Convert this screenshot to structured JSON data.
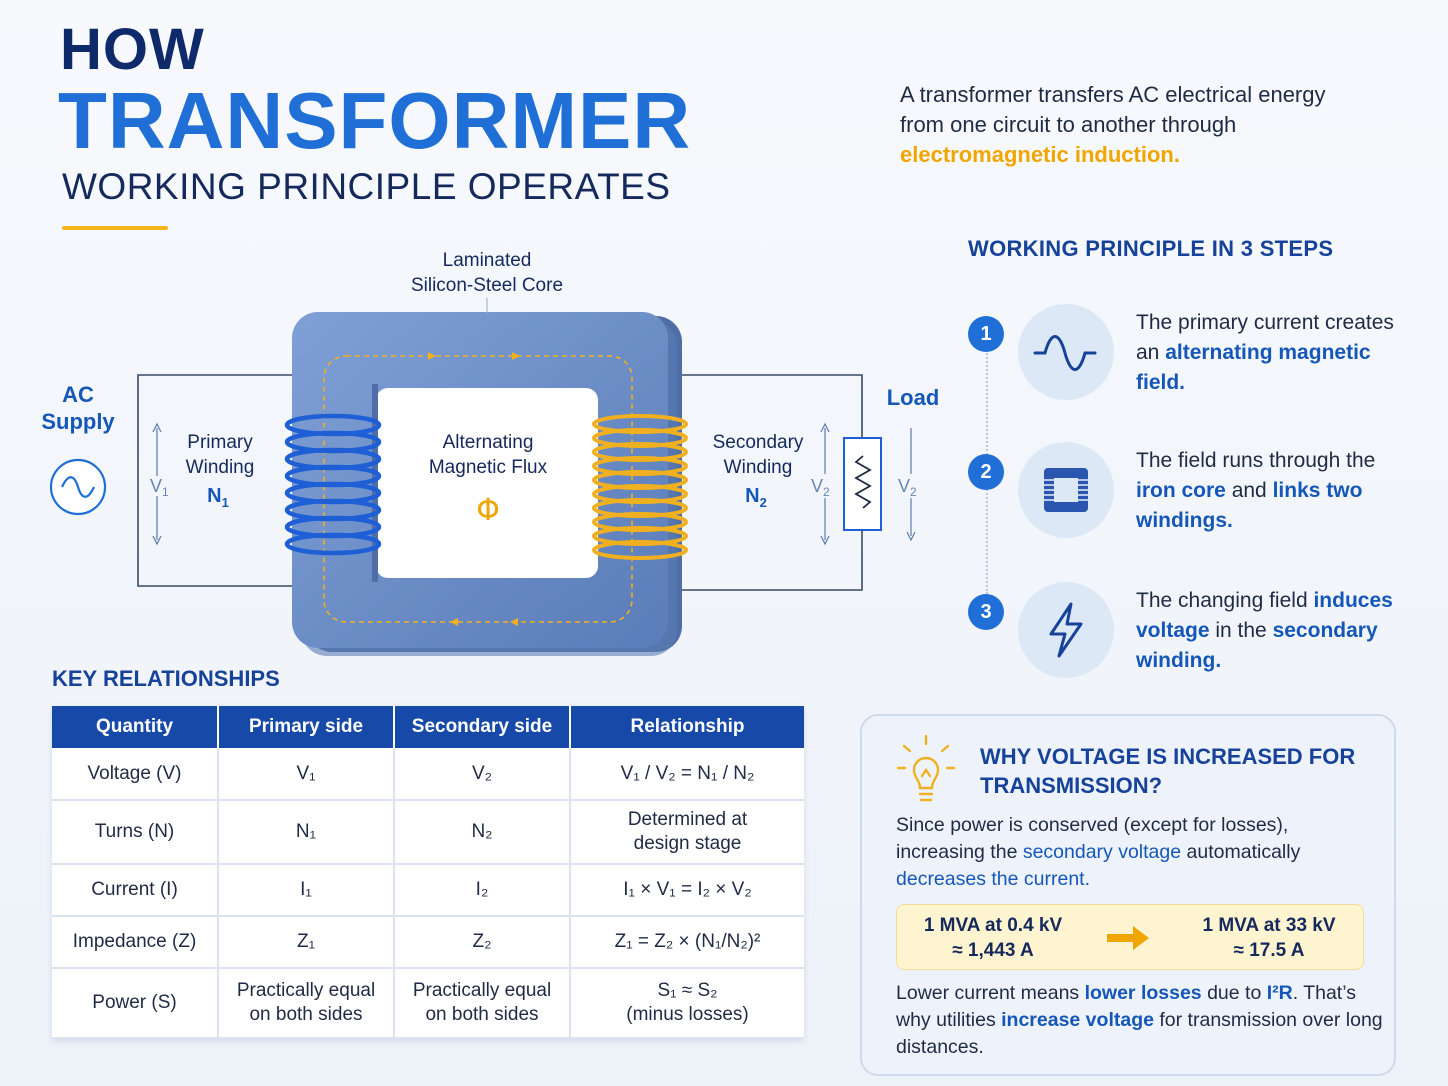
{
  "title": {
    "line1": "HOW",
    "line2": "TRANSFORMER",
    "line3": "WORKING PRINCIPLE OPERATES"
  },
  "intro": {
    "text": "A transformer transfers AC electrical energy from one circuit to another through ",
    "highlight": "electromagnetic induction."
  },
  "diagram": {
    "core_label_1": "Laminated",
    "core_label_2": "Silicon-Steel Core",
    "ac_supply_1": "AC",
    "ac_supply_2": "Supply",
    "v1": "V",
    "v1_sub": "1",
    "primary_1": "Primary",
    "primary_2": "Winding",
    "primary_n": "N",
    "primary_n_sub": "1",
    "flux_1": "Alternating",
    "flux_2": "Magnetic Flux",
    "flux_symbol": "Φ",
    "secondary_1": "Secondary",
    "secondary_2": "Winding",
    "secondary_n": "N",
    "secondary_n_sub": "2",
    "v2": "V",
    "v2_sub": "2",
    "load": "Load",
    "colors": {
      "core": "#6c8fcb",
      "primary_coil": "#1f5fd6",
      "secondary_coil": "#f0b020",
      "flux": "#f0a600"
    }
  },
  "steps": {
    "title": "WORKING PRINCIPLE IN 3 STEPS",
    "items": [
      {
        "num": "1",
        "icon": "sine-wave-icon",
        "pre": "The primary current creates an ",
        "bold": "alternating magnetic field.",
        "post": ""
      },
      {
        "num": "2",
        "icon": "iron-core-icon",
        "pre": "The field runs through the ",
        "bold": "iron core",
        "mid": " and ",
        "bold2": "links two windings.",
        "post": ""
      },
      {
        "num": "3",
        "icon": "lightning-icon",
        "pre": "The changing field ",
        "bold": "induces voltage",
        "mid": " in the ",
        "bold2": "secondary winding.",
        "post": ""
      }
    ]
  },
  "relationships": {
    "title": "KEY RELATIONSHIPS",
    "headers": [
      "Quantity",
      "Primary side",
      "Secondary side",
      "Relationship"
    ],
    "rows": [
      {
        "q": "Voltage (V)",
        "p": "V₁",
        "s": "V₂",
        "r": "V₁ / V₂ = N₁ / N₂"
      },
      {
        "q": "Turns (N)",
        "p": "N₁",
        "s": "N₂",
        "r1": "Determined at",
        "r2": "design stage"
      },
      {
        "q": "Current (I)",
        "p": "I₁",
        "s": "I₂",
        "r": "I₁ × V₁ = I₂ × V₂"
      },
      {
        "q": "Impedance (Z)",
        "p": "Z₁",
        "s": "Z₂",
        "r": "Z₁ = Z₂ × (N₁/N₂)²"
      },
      {
        "q": "Power (S)",
        "p1": "Practically equal",
        "p2": "on both sides",
        "s1": "Practically equal",
        "s2": "on both sides",
        "r1": "S₁ ≈ S₂",
        "r2": "(minus losses)"
      }
    ]
  },
  "why": {
    "title": "WHY VOLTAGE IS INCREASED FOR TRANSMISSION?",
    "p1_a": "Since power is conserved (except for losses), increasing the ",
    "p1_hl1": "secondary voltage",
    "p1_b": " automatically ",
    "p1_hl2": "decreases the current.",
    "calc_a1": "1 MVA at 0.4 kV",
    "calc_a2": "≈ 1,443 A",
    "calc_b1": "1 MVA at 33 kV",
    "calc_b2": "≈ 17.5 A",
    "p2_a": "Lower current means ",
    "p2_b1": "lower losses",
    "p2_c": " due to ",
    "p2_b2": "I²R",
    "p2_d": ". That’s why utilities ",
    "p2_b3": "increase voltage",
    "p2_e": " for transmission over long distances."
  }
}
